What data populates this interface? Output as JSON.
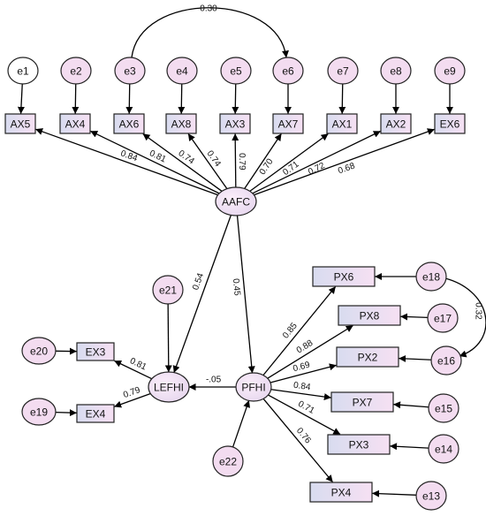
{
  "nodes": [
    {
      "id": "e1",
      "label": "e1",
      "kind": "error",
      "fill": "#ffffff"
    },
    {
      "id": "e2",
      "label": "e2",
      "kind": "error"
    },
    {
      "id": "e3",
      "label": "e3",
      "kind": "error"
    },
    {
      "id": "e4",
      "label": "e4",
      "kind": "error"
    },
    {
      "id": "e5",
      "label": "e5",
      "kind": "error"
    },
    {
      "id": "e6",
      "label": "e6",
      "kind": "error"
    },
    {
      "id": "e7",
      "label": "e7",
      "kind": "error"
    },
    {
      "id": "e8",
      "label": "e8",
      "kind": "error"
    },
    {
      "id": "e9",
      "label": "e9",
      "kind": "error"
    },
    {
      "id": "AX5",
      "label": "AX5",
      "kind": "observed"
    },
    {
      "id": "AX4",
      "label": "AX4",
      "kind": "observed"
    },
    {
      "id": "AX6",
      "label": "AX6",
      "kind": "observed"
    },
    {
      "id": "AX8",
      "label": "AX8",
      "kind": "observed"
    },
    {
      "id": "AX3",
      "label": "AX3",
      "kind": "observed"
    },
    {
      "id": "AX7",
      "label": "AX7",
      "kind": "observed"
    },
    {
      "id": "AX1",
      "label": "AX1",
      "kind": "observed"
    },
    {
      "id": "AX2",
      "label": "AX2",
      "kind": "observed"
    },
    {
      "id": "EX6",
      "label": "EX6",
      "kind": "observed"
    },
    {
      "id": "AAFC",
      "label": "AAFC",
      "kind": "latent"
    },
    {
      "id": "e21",
      "label": "e21",
      "kind": "error"
    },
    {
      "id": "LEFHI",
      "label": "LEFHI",
      "kind": "latent"
    },
    {
      "id": "PFHI",
      "label": "PFHI",
      "kind": "latent"
    },
    {
      "id": "e20",
      "label": "e20",
      "kind": "error"
    },
    {
      "id": "e19",
      "label": "e19",
      "kind": "error"
    },
    {
      "id": "EX3",
      "label": "EX3",
      "kind": "observed"
    },
    {
      "id": "EX4",
      "label": "EX4",
      "kind": "observed"
    },
    {
      "id": "e22",
      "label": "e22",
      "kind": "error"
    },
    {
      "id": "PX6",
      "label": "PX6",
      "kind": "observed"
    },
    {
      "id": "PX8",
      "label": "PX8",
      "kind": "observed"
    },
    {
      "id": "PX2",
      "label": "PX2",
      "kind": "observed"
    },
    {
      "id": "PX7",
      "label": "PX7",
      "kind": "observed"
    },
    {
      "id": "PX3",
      "label": "PX3",
      "kind": "observed"
    },
    {
      "id": "PX4",
      "label": "PX4",
      "kind": "observed"
    },
    {
      "id": "e18",
      "label": "e18",
      "kind": "error"
    },
    {
      "id": "e17",
      "label": "e17",
      "kind": "error"
    },
    {
      "id": "e16",
      "label": "e16",
      "kind": "error"
    },
    {
      "id": "e15",
      "label": "e15",
      "kind": "error"
    },
    {
      "id": "e14",
      "label": "e14",
      "kind": "error"
    },
    {
      "id": "e13",
      "label": "e13",
      "kind": "error"
    }
  ],
  "paths": [
    {
      "from": "e1",
      "to": "AX5",
      "coef": ""
    },
    {
      "from": "e2",
      "to": "AX4",
      "coef": ""
    },
    {
      "from": "e3",
      "to": "AX6",
      "coef": ""
    },
    {
      "from": "e4",
      "to": "AX8",
      "coef": ""
    },
    {
      "from": "e5",
      "to": "AX3",
      "coef": ""
    },
    {
      "from": "e6",
      "to": "AX7",
      "coef": ""
    },
    {
      "from": "e7",
      "to": "AX1",
      "coef": ""
    },
    {
      "from": "e8",
      "to": "AX2",
      "coef": ""
    },
    {
      "from": "e9",
      "to": "EX6",
      "coef": ""
    },
    {
      "from": "AAFC",
      "to": "AX5",
      "coef": "0.84"
    },
    {
      "from": "AAFC",
      "to": "AX4",
      "coef": "0.81"
    },
    {
      "from": "AAFC",
      "to": "AX6",
      "coef": "0.74"
    },
    {
      "from": "AAFC",
      "to": "AX8",
      "coef": "0.74"
    },
    {
      "from": "AAFC",
      "to": "AX3",
      "coef": "0.79"
    },
    {
      "from": "AAFC",
      "to": "AX7",
      "coef": "0.70"
    },
    {
      "from": "AAFC",
      "to": "AX1",
      "coef": "0.71"
    },
    {
      "from": "AAFC",
      "to": "AX2",
      "coef": "0.72"
    },
    {
      "from": "AAFC",
      "to": "EX6",
      "coef": "0.68"
    },
    {
      "from": "AAFC",
      "to": "LEFHI",
      "coef": "0.54"
    },
    {
      "from": "AAFC",
      "to": "PFHI",
      "coef": "0.45"
    },
    {
      "from": "e21",
      "to": "LEFHI",
      "coef": ""
    },
    {
      "from": "PFHI",
      "to": "LEFHI",
      "coef": "-.05"
    },
    {
      "from": "LEFHI",
      "to": "EX3",
      "coef": "0.81"
    },
    {
      "from": "LEFHI",
      "to": "EX4",
      "coef": "0.79"
    },
    {
      "from": "e20",
      "to": "EX3",
      "coef": ""
    },
    {
      "from": "e19",
      "to": "EX4",
      "coef": ""
    },
    {
      "from": "e22",
      "to": "PFHI",
      "coef": ""
    },
    {
      "from": "PFHI",
      "to": "PX6",
      "coef": "0.85"
    },
    {
      "from": "PFHI",
      "to": "PX8",
      "coef": "0.88"
    },
    {
      "from": "PFHI",
      "to": "PX2",
      "coef": "0.69"
    },
    {
      "from": "PFHI",
      "to": "PX7",
      "coef": "0.84"
    },
    {
      "from": "PFHI",
      "to": "PX3",
      "coef": "0.71"
    },
    {
      "from": "PFHI",
      "to": "PX4",
      "coef": "0.76"
    },
    {
      "from": "e18",
      "to": "PX6",
      "coef": ""
    },
    {
      "from": "e17",
      "to": "PX8",
      "coef": ""
    },
    {
      "from": "e16",
      "to": "PX2",
      "coef": ""
    },
    {
      "from": "e15",
      "to": "PX7",
      "coef": ""
    },
    {
      "from": "e14",
      "to": "PX3",
      "coef": ""
    },
    {
      "from": "e13",
      "to": "PX4",
      "coef": ""
    }
  ],
  "correlations": [
    {
      "a": "e3",
      "b": "e6",
      "coef": "0.30"
    },
    {
      "a": "e18",
      "b": "e16",
      "coef": "0.32"
    }
  ],
  "colors": {
    "node_fill_start": "#f7e4f5",
    "node_fill_end": "#d9d9ef",
    "error_fill": "#f3dcf0",
    "stroke": "#222222"
  }
}
